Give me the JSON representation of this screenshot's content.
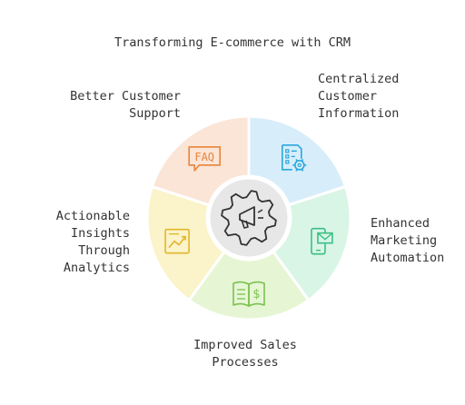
{
  "title": "Transforming E-commerce with CRM",
  "segments": [
    {
      "label": "Centralized\nCustomer\nInformation",
      "fill": "#d7eefa",
      "stroke": "#2aa7dd",
      "icon": "document-gear-icon"
    },
    {
      "label": "Enhanced\nMarketing\nAutomation",
      "fill": "#d8f5e6",
      "stroke": "#3bbf83",
      "icon": "phone-mail-icon"
    },
    {
      "label": "Improved Sales\nProcesses",
      "fill": "#e6f6d4",
      "stroke": "#7cc24f",
      "icon": "book-dollar-icon"
    },
    {
      "label": "Actionable\nInsights\nThrough\nAnalytics",
      "fill": "#fbf3c9",
      "stroke": "#e1b72b",
      "icon": "chart-icon"
    },
    {
      "label": "Better Customer\nSupport",
      "fill": "#fbe5d6",
      "stroke": "#e8843a",
      "icon": "faq-icon"
    }
  ],
  "center": {
    "icon": "gear-megaphone-icon",
    "fill": "#e7e7e7",
    "stroke": "#333333"
  },
  "faq_text": "FAQ"
}
